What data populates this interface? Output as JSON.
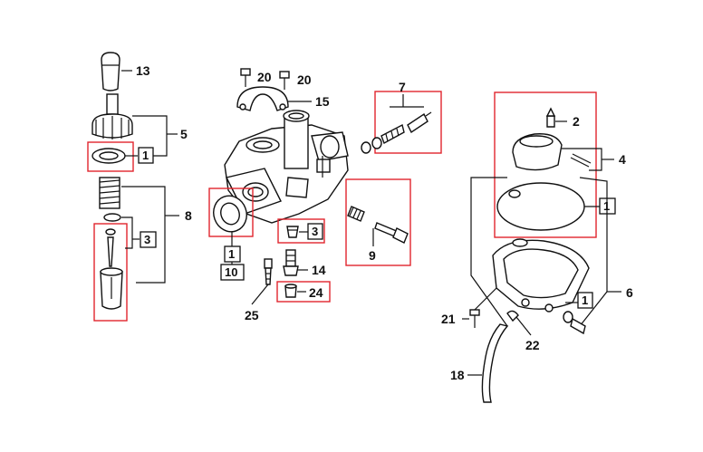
{
  "colors": {
    "highlight": "#e0252d",
    "ink": "#111111",
    "background": "#ffffff"
  },
  "callouts": {
    "c13": "13",
    "c5": "5",
    "c1a": "1",
    "c8": "8",
    "c3a": "3",
    "c20a": "20",
    "c20b": "20",
    "c15": "15",
    "c1b": "1",
    "c10": "10",
    "c3b": "3",
    "c14": "14",
    "c24": "24",
    "c25": "25",
    "c7": "7",
    "c9": "9",
    "c2": "2",
    "c4": "4",
    "c1c": "1",
    "c6": "6",
    "c1d": "1",
    "c21": "21",
    "c22": "22",
    "c18": "18"
  }
}
